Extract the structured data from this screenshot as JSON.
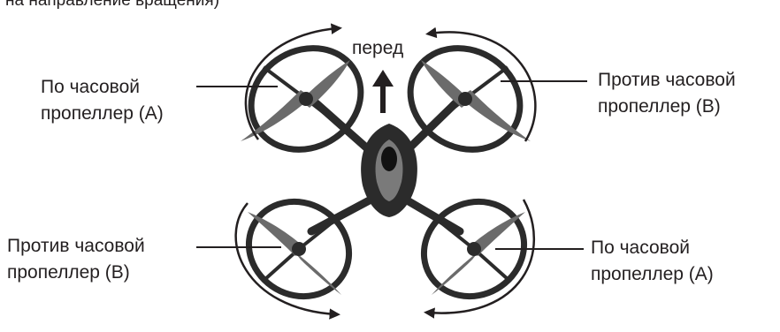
{
  "caption_top": "на направление вращения)",
  "front_label": "перед",
  "colors": {
    "ink": "#231f20",
    "body": "#2b2b2b",
    "prop": "#6b6b6b"
  },
  "rotors": {
    "top_left": {
      "line1": "По часовой",
      "line2": "пропеллер (A)"
    },
    "top_right": {
      "line1": "Против часовой",
      "line2": "пропеллер (B)"
    },
    "bottom_left": {
      "line1": "Против часовой",
      "line2": "пропеллер (B)"
    },
    "bottom_right": {
      "line1": "По часовой",
      "line2": "пропеллер (A)"
    }
  }
}
